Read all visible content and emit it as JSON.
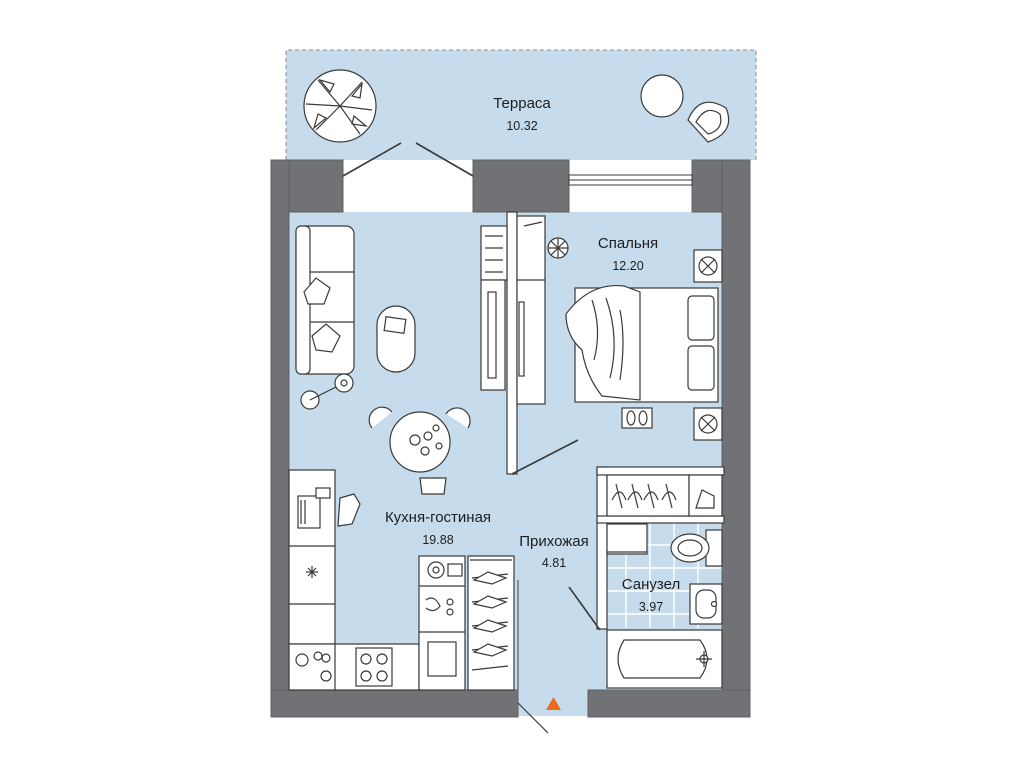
{
  "rooms": {
    "terrace": {
      "name": "Терраса",
      "area": "10.32"
    },
    "bedroom": {
      "name": "Спальня",
      "area": "12.20"
    },
    "living": {
      "name": "Кухня-гостиная",
      "area": "19.88"
    },
    "hallway": {
      "name": "Прихожая",
      "area": "4.81"
    },
    "bathroom": {
      "name": "Санузел",
      "area": "3.97"
    }
  },
  "colors": {
    "floor": "#c6dcec",
    "bath_tile": "#c6dcec",
    "wall": "#717275",
    "entrance_marker": "#ef6a1f"
  }
}
